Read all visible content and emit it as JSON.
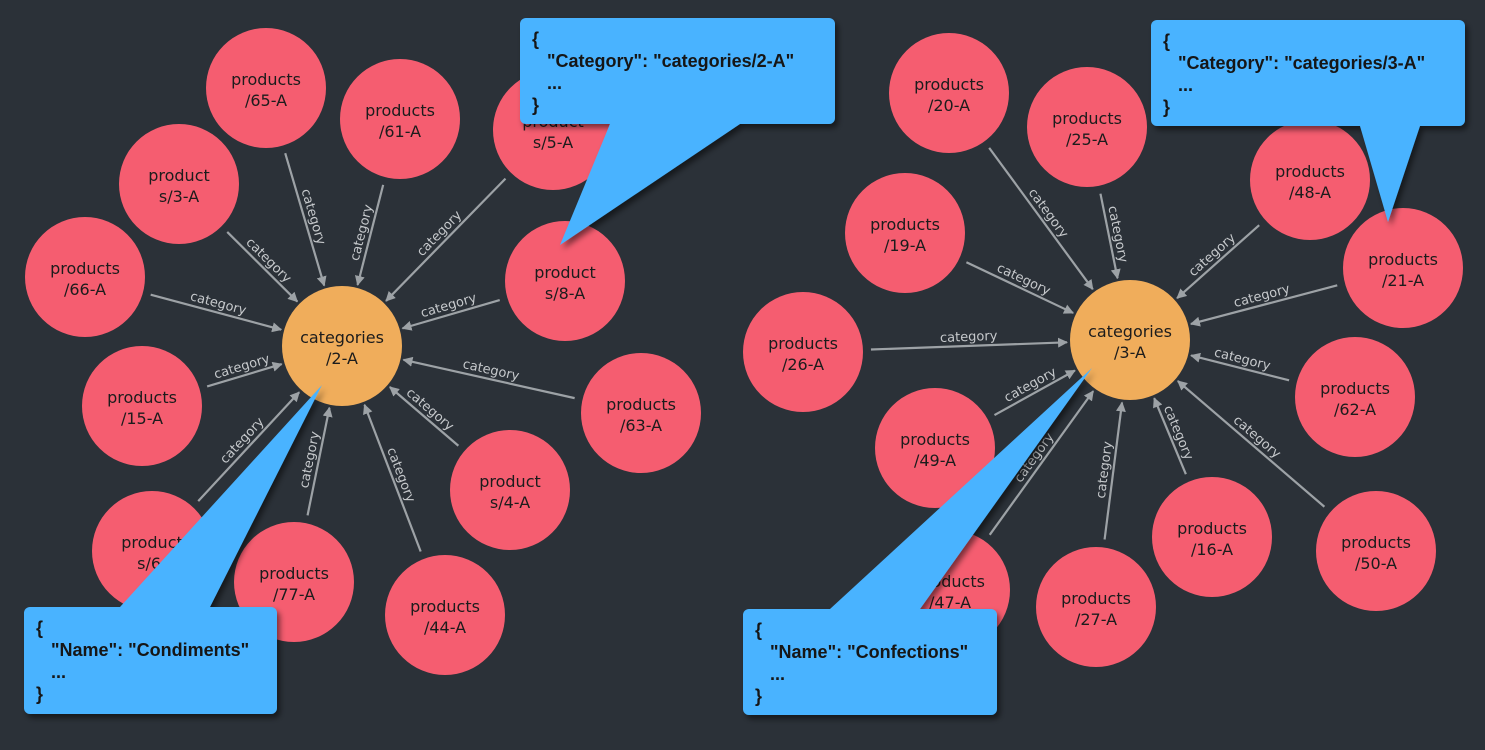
{
  "edge_label": "category",
  "graphs": [
    {
      "center": {
        "label": [
          "categories",
          "/2-A"
        ]
      },
      "products": [
        {
          "id": "products/65-A",
          "label": [
            "products",
            "/65-A"
          ]
        },
        {
          "id": "products/61-A",
          "label": [
            "products",
            "/61-A"
          ]
        },
        {
          "id": "products/5-A",
          "label": [
            "product",
            "s/5-A"
          ]
        },
        {
          "id": "products/3-A",
          "label": [
            "product",
            "s/3-A"
          ]
        },
        {
          "id": "products/66-A",
          "label": [
            "products",
            "/66-A"
          ]
        },
        {
          "id": "products/8-A",
          "label": [
            "product",
            "s/8-A"
          ]
        },
        {
          "id": "products/15-A",
          "label": [
            "products",
            "/15-A"
          ]
        },
        {
          "id": "products/63-A",
          "label": [
            "products",
            "/63-A"
          ]
        },
        {
          "id": "products/6-A",
          "label": [
            "product",
            "s/6-"
          ]
        },
        {
          "id": "products/77-A",
          "label": [
            "products",
            "/77-A"
          ]
        },
        {
          "id": "products/44-A",
          "label": [
            "products",
            "/44-A"
          ]
        },
        {
          "id": "products/4-A",
          "label": [
            "product",
            "s/4-A"
          ]
        }
      ],
      "callouts": [
        {
          "lines": [
            "{",
            "  \"Category\": \"categories/2-A\"",
            "  ...",
            "}"
          ]
        },
        {
          "lines": [
            "{",
            "  \"Name\": \"Condiments\"",
            "  ...",
            "}"
          ]
        }
      ]
    },
    {
      "center": {
        "label": [
          "categories",
          "/3-A"
        ]
      },
      "products": [
        {
          "id": "products/20-A",
          "label": [
            "products",
            "/20-A"
          ]
        },
        {
          "id": "products/25-A",
          "label": [
            "products",
            "/25-A"
          ]
        },
        {
          "id": "products/48-A",
          "label": [
            "products",
            "/48-A"
          ]
        },
        {
          "id": "products/19-A",
          "label": [
            "products",
            "/19-A"
          ]
        },
        {
          "id": "products/21-A",
          "label": [
            "products",
            "/21-A"
          ]
        },
        {
          "id": "products/26-A",
          "label": [
            "products",
            "/26-A"
          ]
        },
        {
          "id": "products/62-A",
          "label": [
            "products",
            "/62-A"
          ]
        },
        {
          "id": "products/49-A",
          "label": [
            "products",
            "/49-A"
          ]
        },
        {
          "id": "products/47-A",
          "label": [
            "products",
            "/47-A"
          ]
        },
        {
          "id": "products/27-A",
          "label": [
            "products",
            "/27-A"
          ]
        },
        {
          "id": "products/16-A",
          "label": [
            "products",
            "/16-A"
          ]
        },
        {
          "id": "products/50-A",
          "label": [
            "products",
            "/50-A"
          ]
        }
      ],
      "callouts": [
        {
          "lines": [
            "{",
            "  \"Category\": \"categories/3-A\"",
            "  ...",
            "}"
          ]
        },
        {
          "lines": [
            "{",
            "  \"Name\": \"Confections\"",
            "  ...",
            "}"
          ]
        }
      ]
    }
  ],
  "colors": {
    "background": "#2b3138",
    "product_node": "#f55d70",
    "category_node": "#f0ad5b",
    "callout": "#4ab3ff",
    "edge": "#9da2a6"
  }
}
